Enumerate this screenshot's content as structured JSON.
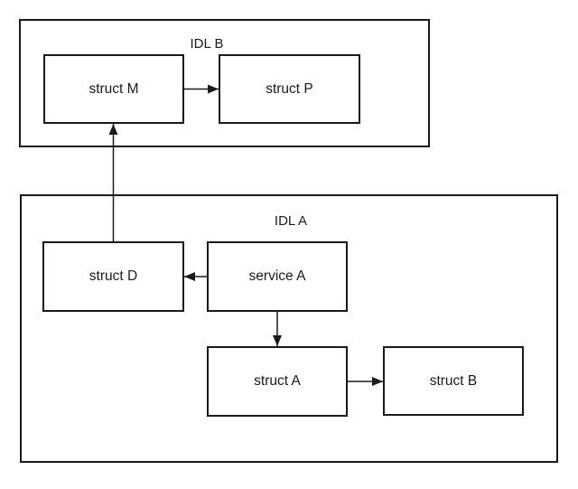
{
  "diagram": {
    "background_color": "#ffffff",
    "line_color": "#1a1a1a",
    "text_color": "#1a1a1a",
    "containers": [
      {
        "id": "idl-b",
        "label": "IDL B"
      },
      {
        "id": "idl-a",
        "label": "IDL A"
      }
    ],
    "nodes": [
      {
        "id": "struct-m",
        "label": "struct M",
        "container": "IDL B"
      },
      {
        "id": "struct-p",
        "label": "struct P",
        "container": "IDL B"
      },
      {
        "id": "struct-d",
        "label": "struct D",
        "container": "IDL A"
      },
      {
        "id": "service-a",
        "label": "service A",
        "container": "IDL A"
      },
      {
        "id": "struct-a",
        "label": "struct A",
        "container": "IDL A"
      },
      {
        "id": "struct-b",
        "label": "struct B",
        "container": "IDL A"
      }
    ],
    "edges": [
      {
        "from": "struct M",
        "to": "struct P",
        "direction": "right"
      },
      {
        "from": "struct D",
        "to": "struct M",
        "direction": "up"
      },
      {
        "from": "service A",
        "to": "struct D",
        "direction": "left"
      },
      {
        "from": "service A",
        "to": "struct A",
        "direction": "down"
      },
      {
        "from": "struct A",
        "to": "struct B",
        "direction": "right"
      }
    ]
  }
}
